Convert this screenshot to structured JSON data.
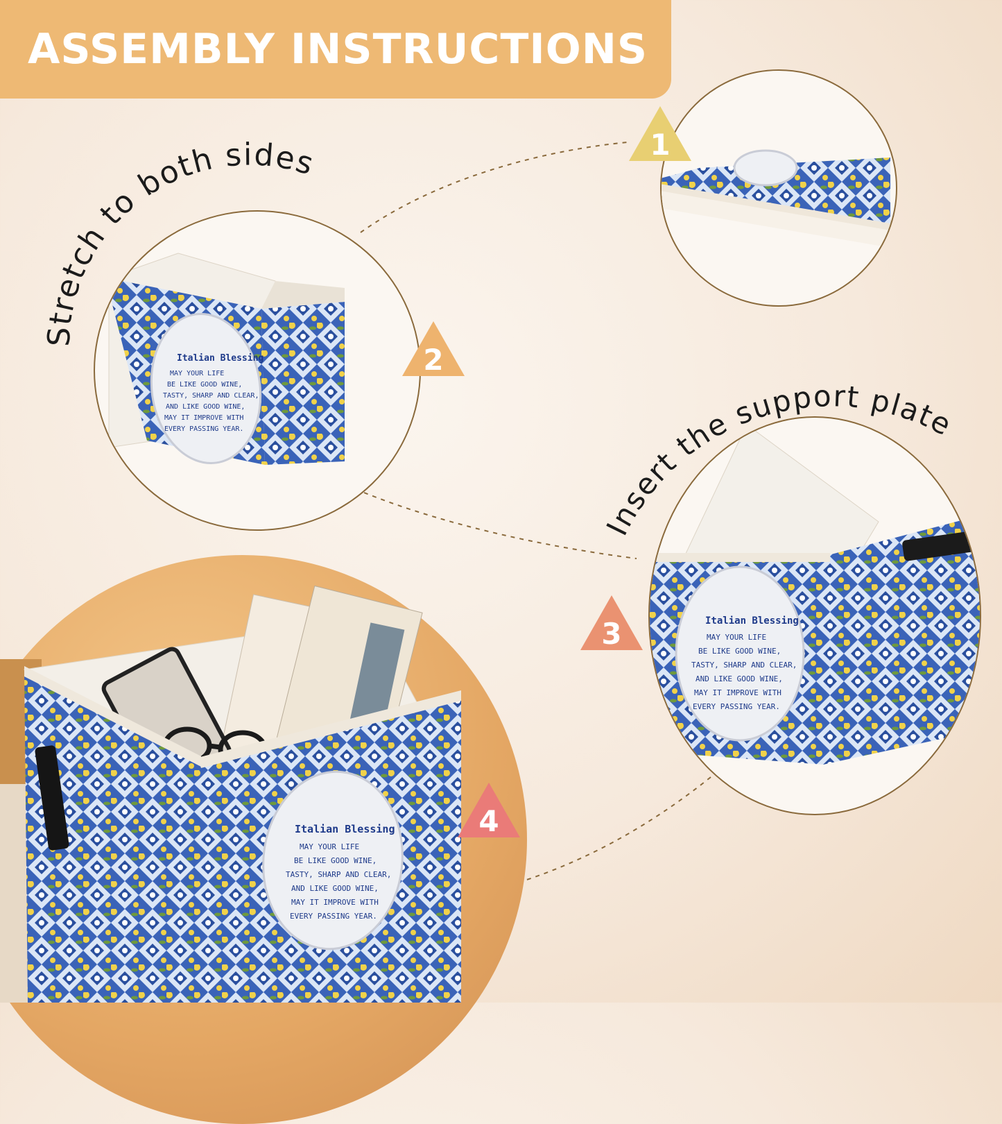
{
  "banner": {
    "title": "ASSEMBLY INSTRUCTIONS"
  },
  "steps": [
    {
      "number": "1",
      "color": "#e8cf72"
    },
    {
      "number": "2",
      "color": "#eeb36e"
    },
    {
      "number": "3",
      "color": "#ea9271"
    },
    {
      "number": "4",
      "color": "#ea7b78"
    }
  ],
  "captions": {
    "stretch": "Stretch to both sides",
    "insert": "Insert the support plate"
  },
  "box_label": {
    "title": "Italian Blessing",
    "lines": [
      "MAY YOUR LIFE",
      "BE LIKE GOOD WINE,",
      "TASTY, SHARP AND CLEAR,",
      "AND LIKE GOOD WINE,",
      "MAY IT IMPROVE WITH",
      "EVERY PASSING YEAR."
    ]
  },
  "colors": {
    "accent": "#eeb974",
    "tile_blue": "#3a63b8",
    "lemon": "#f1d24a"
  }
}
